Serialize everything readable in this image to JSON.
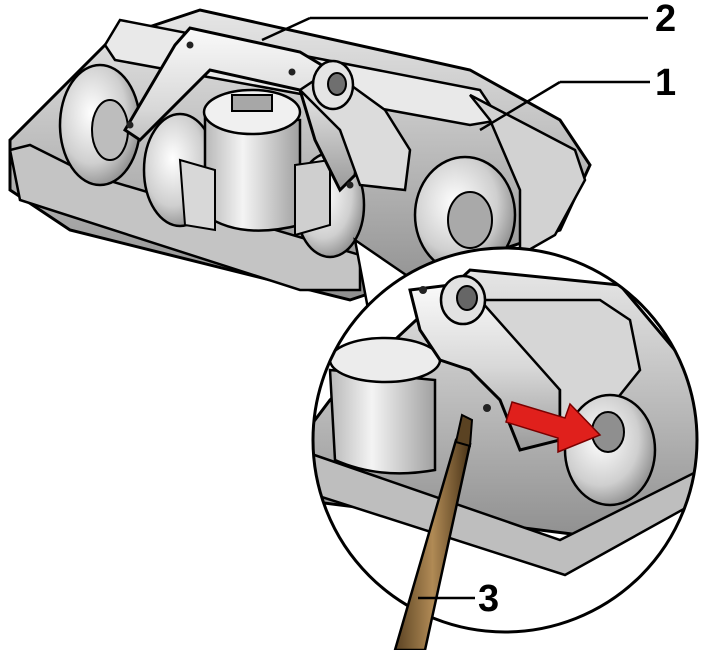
{
  "callouts": {
    "label_1": "1",
    "label_2": "2",
    "label_3": "3"
  },
  "colors": {
    "metal_light": "#f2f2f2",
    "metal_mid": "#c9c9c9",
    "metal_dark": "#8c8c8c",
    "outline": "#000000",
    "arrow": "#e0201c",
    "tool_shaft": "#8a6a3a"
  },
  "icons": {
    "arrow": "red-right-arrow-icon",
    "tool": "screwdriver-icon"
  }
}
